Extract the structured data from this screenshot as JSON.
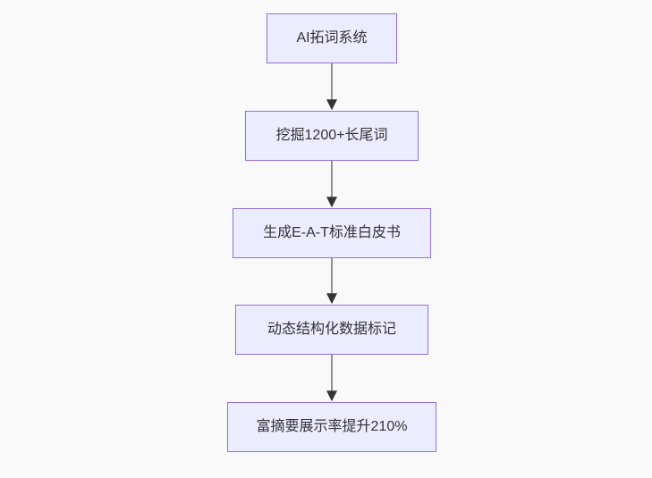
{
  "diagram": {
    "type": "flowchart",
    "direction": "top-down",
    "nodes": [
      {
        "label": "AI拓词系统"
      },
      {
        "label": "挖掘1200+长尾词"
      },
      {
        "label": "生成E-A-T标准白皮书"
      },
      {
        "label": "动态结构化数据标记"
      },
      {
        "label": "富摘要展示率提升210%"
      }
    ],
    "edges": [
      {
        "from": 0,
        "to": 1
      },
      {
        "from": 1,
        "to": 2
      },
      {
        "from": 2,
        "to": 3
      },
      {
        "from": 3,
        "to": 4
      }
    ],
    "colors": {
      "node_fill": "#ECECFF",
      "node_border": "#9370DB",
      "edge_line": "#6e6e6e",
      "arrowhead": "#333333",
      "text": "#333333",
      "background": "#f9f9f9"
    }
  }
}
